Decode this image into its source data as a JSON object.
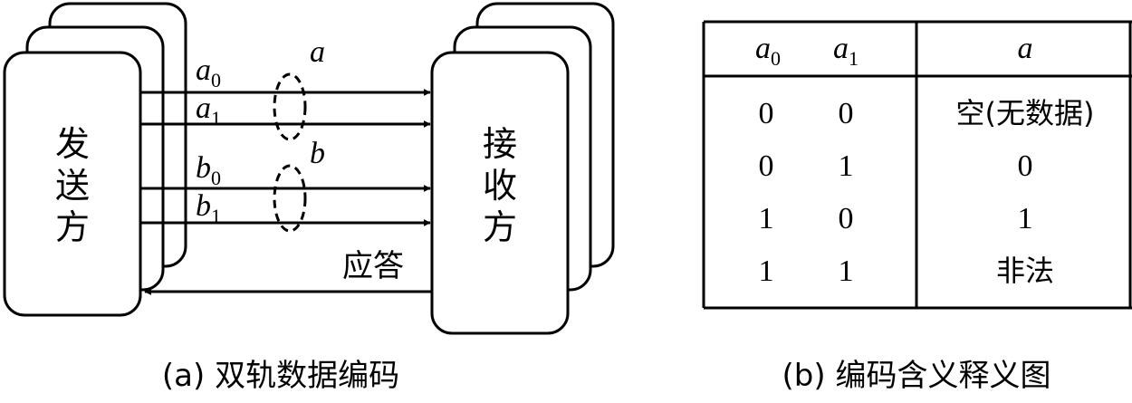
{
  "diagram_a": {
    "sender_label": [
      "发",
      "送",
      "方"
    ],
    "receiver_label": [
      "接",
      "收",
      "方"
    ],
    "wires": [
      {
        "base": "a",
        "sub": "0"
      },
      {
        "base": "a",
        "sub": "1"
      },
      {
        "base": "b",
        "sub": "0"
      },
      {
        "base": "b",
        "sub": "1"
      }
    ],
    "group_labels": [
      "a",
      "b"
    ],
    "ack_label": "应答",
    "caption": "(a) 双轨数据编码"
  },
  "table_b": {
    "headers": [
      {
        "base": "a",
        "sub": "0"
      },
      {
        "base": "a",
        "sub": "1"
      },
      {
        "base": "a",
        "sub": ""
      }
    ],
    "rows": [
      [
        "0",
        "0",
        "空(无数据)"
      ],
      [
        "0",
        "1",
        "0"
      ],
      [
        "1",
        "0",
        "1"
      ],
      [
        "1",
        "1",
        "非法"
      ]
    ],
    "caption": "(b) 编码含义释义图"
  },
  "colors": {
    "stroke": "#000000",
    "background": "#ffffff"
  }
}
